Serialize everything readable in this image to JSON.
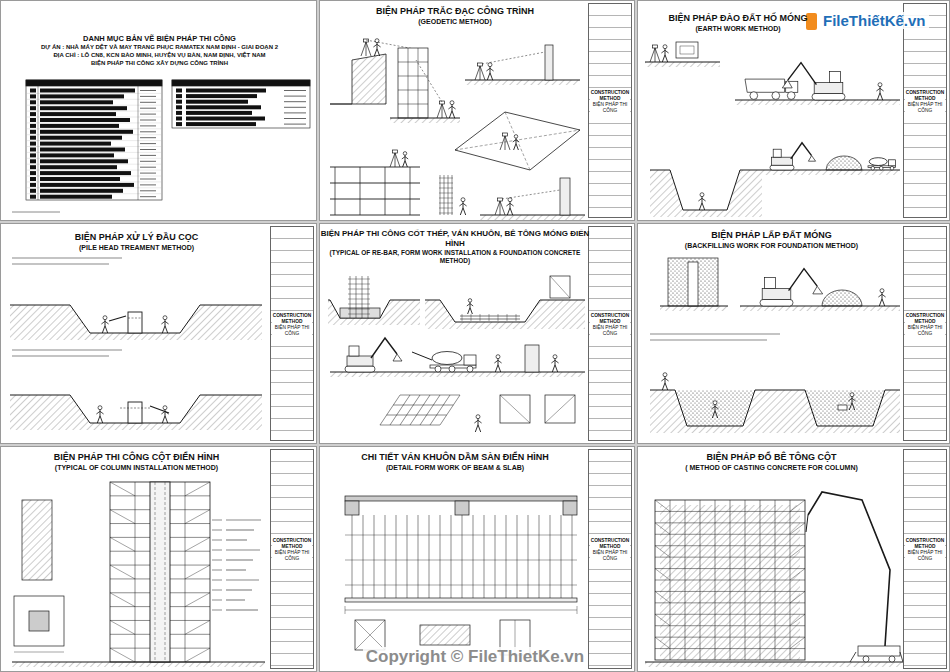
{
  "diagram": {
    "nodes": [
      {
        "text": [
          "DANH MỤC BẢN VẼ BIỆN PHÁP THI CÔNG",
          "DỰ ÁN : NHÀ MÁY DỆT VÀ MAY TRANG PHỤC RAMATEX NAM ĐỊNH - GIAI ĐOẠN 2",
          "ĐỊA CHỈ : LÔ CN8, KCN BẢO MINH, HUYỆN VỤ BẢN, NAM ĐỊNH, VIỆT NAM",
          "BIỆN PHÁP THI CÔNG XÂY DỰNG CÔNG TRÌNH"
        ]
      },
      {
        "text": [
          "BIỆN PHÁP TRẮC ĐẠC CÔNG TRÌNH",
          "(GEODETIC METHOD)"
        ]
      },
      {
        "text": [
          "CONSTRUCTION METHOD",
          "BIỆN PHÁP THI CÔNG"
        ],
        "in": 1
      },
      {
        "text": [
          "BIỆN PHÁP ĐÀO ĐẤT HỐ MÓNG",
          "(EARTH WORK METHOD)"
        ]
      },
      {
        "text": [
          "CONSTRUCTION METHOD",
          "BIỆN PHÁP THI CÔNG"
        ],
        "in": 3
      },
      {
        "text": [
          "BIỆN PHÁP XỬ LÝ ĐẦU CỌC",
          "(PILE HEAD TREAMENT METHOD)"
        ]
      },
      {
        "text": [
          "CONSTRUCTION METHOD",
          "BIỆN PHÁP THI CÔNG"
        ],
        "in": 5
      },
      {
        "text": [
          "BIỆN PHÁP THI CÔNG CỐT THÉP, VÁN KHUÔN, BÊ TÔNG MÓNG ĐIỂN HÌNH",
          "(TYPICAL OF RE-BAR, FORM WORK INSTALLATION & FOUNDATION CONCRETE METHOD)"
        ]
      },
      {
        "text": [
          "CONSTRUCTION METHOD",
          "BIỆN PHÁP THI CÔNG"
        ],
        "in": 7
      },
      {
        "text": [
          "BIỆN PHÁP LẤP ĐẤT MÓNG",
          "(BACKFILLING WORK FOR FOUNDATION METHOD)"
        ]
      },
      {
        "text": [
          "CONSTRUCTION METHOD",
          "BIỆN PHÁP THI CÔNG"
        ],
        "in": 9
      },
      {
        "text": [
          "BIỆN PHÁP THI CÔNG CỘT ĐIỂN HÌNH",
          "(TYPICAL OF COLUMN INSTALLATION METHOD)"
        ]
      },
      {
        "text": [
          "CONSTRUCTION METHOD",
          "BIỆN PHÁP THI CÔNG"
        ],
        "in": 11
      },
      {
        "text": [
          "CHI TIẾT VÁN KHUÔN DẦM SÀN ĐIỂN HÌNH",
          "(DETAIL FORM WORK OF BEAM & SLAB)"
        ]
      },
      {
        "text": [
          "CONSTRUCTION METHOD",
          "BIỆN PHÁP THI CÔNG"
        ],
        "in": 13
      },
      {
        "text": [
          "BIỆN PHÁP ĐỔ BÊ TÔNG CỘT",
          "( METHOD OF CASTING CONCRETE FOR COLUMN)"
        ]
      },
      {
        "text": [
          "CONSTRUCTION METHOD",
          "BIỆN PHÁP THI CÔNG"
        ],
        "in": 15
      }
    ],
    "labels": [
      "FileThiếtKế.vn",
      "Copyright © FileThietKe.vn"
    ]
  }
}
